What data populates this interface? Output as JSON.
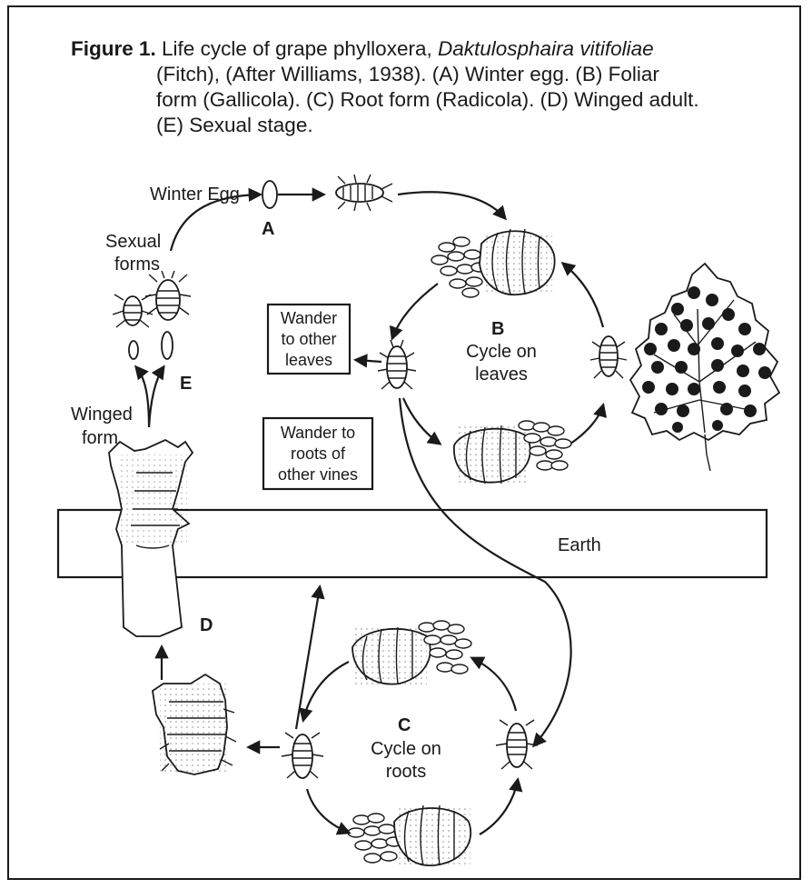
{
  "caption": {
    "figure_label": "Figure 1.",
    "line1_text": "Life cycle of grape phylloxera,",
    "species": "Daktulosphaira vitifoliae",
    "line2": "(Fitch), (After Williams, 1938). (A) Winter egg. (B) Foliar",
    "line3": "form (Gallicola). (C) Root form (Radicola). (D) Winged adult.",
    "line4": "(E) Sexual stage."
  },
  "labels": {
    "winter_egg": "Winter Egg",
    "a": "A",
    "sexual": "Sexual",
    "forms": "forms",
    "wander_leaves_1": "Wander",
    "wander_leaves_2": "to other",
    "wander_leaves_3": "leaves",
    "b": "B",
    "cycle_leaves_1": "Cycle on",
    "cycle_leaves_2": "leaves",
    "e": "E",
    "winged": "Winged",
    "form": "form",
    "wander_roots_1": "Wander to",
    "wander_roots_2": "roots of",
    "wander_roots_3": "other vines",
    "earth": "Earth",
    "d": "D",
    "c": "C",
    "cycle_roots_1": "Cycle on",
    "cycle_roots_2": "roots"
  }
}
